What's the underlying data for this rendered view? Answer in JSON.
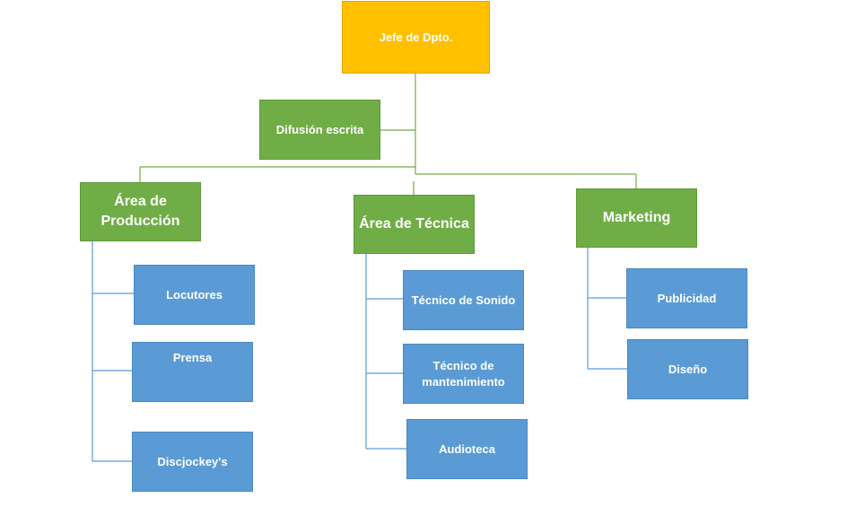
{
  "chart": {
    "root": "Jefe de Dpto.",
    "assistant": "Difusión escrita",
    "departments": [
      {
        "label": "Área de Producción",
        "children": [
          "Locutores",
          "Prensa",
          "Discjockey's"
        ]
      },
      {
        "label": "Área de Técnica",
        "children": [
          "Técnico de Sonido",
          "Técnico de mantenimiento",
          "Audioteca"
        ]
      },
      {
        "label": "Marketing",
        "children": [
          "Publicidad",
          "Diseño"
        ]
      }
    ]
  },
  "colors": {
    "root": "#ffc000",
    "department": "#70ad47",
    "unit": "#5b9bd5",
    "main_connector": "#70ad47",
    "sub_connector": "#5b9bd5"
  }
}
